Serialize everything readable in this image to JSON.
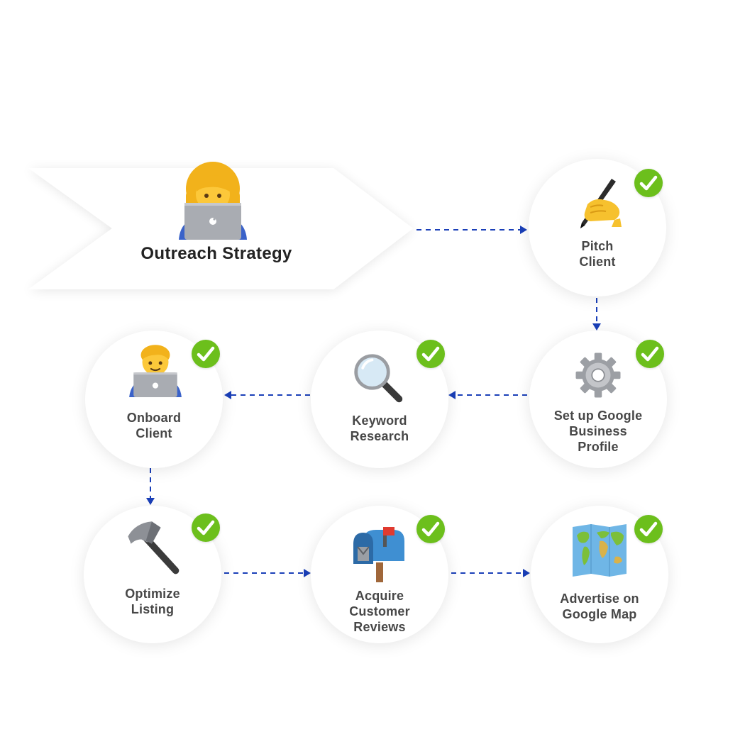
{
  "start": {
    "title": "Outreach Strategy",
    "icon": "woman-technologist-icon"
  },
  "steps": [
    {
      "id": "pitch",
      "lines": [
        "Pitch",
        "Client"
      ],
      "icon": "writing-hand-icon",
      "completed": true
    },
    {
      "id": "gbp",
      "lines": [
        "Set up Google",
        "Business",
        "Profile"
      ],
      "icon": "gear-icon",
      "completed": true
    },
    {
      "id": "keyword",
      "lines": [
        "Keyword",
        "Research"
      ],
      "icon": "magnifying-glass-icon",
      "completed": true
    },
    {
      "id": "onboard",
      "lines": [
        "Onboard",
        "Client"
      ],
      "icon": "man-technologist-icon",
      "completed": true
    },
    {
      "id": "optimize",
      "lines": [
        "Optimize",
        "Listing"
      ],
      "icon": "hammer-icon",
      "completed": true
    },
    {
      "id": "reviews",
      "lines": [
        "Acquire",
        "Customer",
        "Reviews"
      ],
      "icon": "mailbox-icon",
      "completed": true
    },
    {
      "id": "advertise",
      "lines": [
        "Advertise on",
        "Google Map"
      ],
      "icon": "world-map-icon",
      "completed": true
    }
  ],
  "colors": {
    "arrow": "#1a3fb8",
    "check": "#6cbf1c",
    "title_text": "#232323",
    "label_text": "#474747"
  }
}
